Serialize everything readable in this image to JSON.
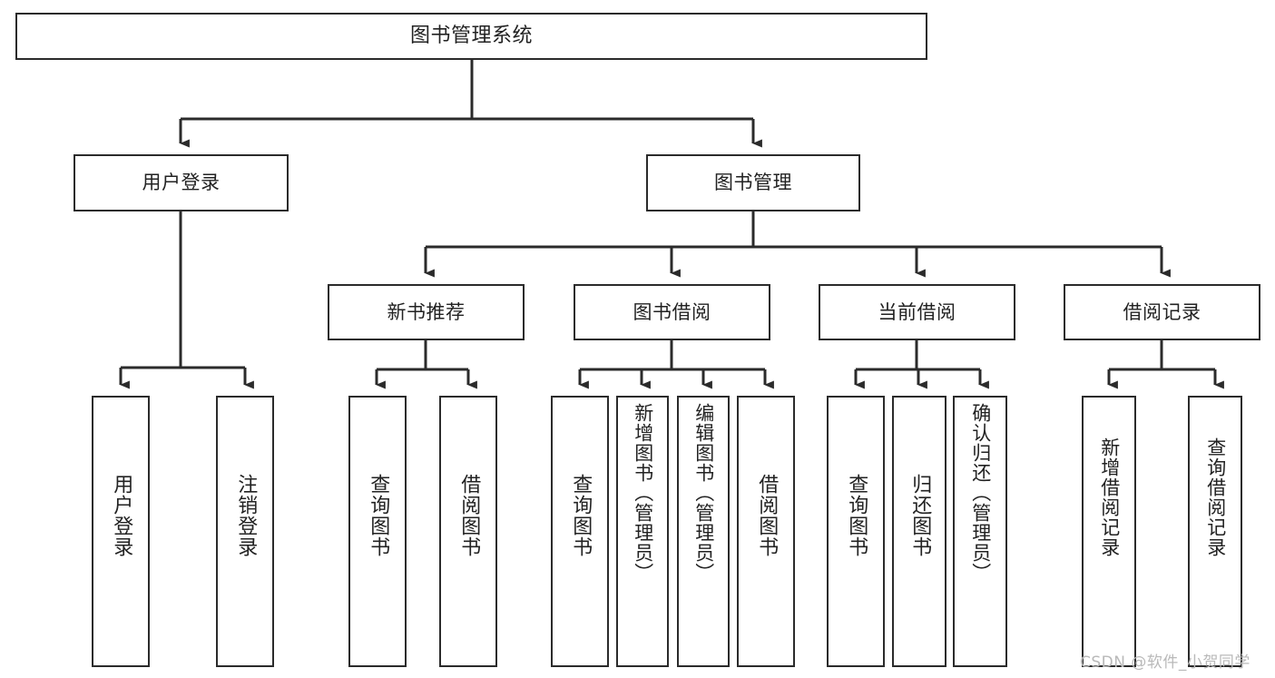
{
  "diagram": {
    "title": "图书管理系统",
    "type": "hierarchy-tree",
    "colors": {
      "box_border": "#2b2b2b",
      "box_fill": "#ffffff",
      "line": "#2b2b2b",
      "text": "#222222",
      "watermark": "#b9b9b9"
    },
    "levels": {
      "root": {
        "label": "图书管理系统"
      },
      "level2": [
        {
          "id": "user-login",
          "label": "用户登录"
        },
        {
          "id": "book-manage",
          "label": "图书管理"
        }
      ],
      "level3": [
        {
          "id": "new-book-recommend",
          "label": "新书推荐"
        },
        {
          "id": "book-borrow",
          "label": "图书借阅"
        },
        {
          "id": "current-borrow",
          "label": "当前借阅"
        },
        {
          "id": "borrow-record",
          "label": "借阅记录"
        }
      ],
      "leaves": {
        "user_login": [
          {
            "id": "leaf-user-login",
            "label": "用户登录"
          },
          {
            "id": "leaf-logout-login",
            "label": "注销登录"
          }
        ],
        "new_book_recommend": [
          {
            "id": "leaf-query-book-1",
            "label": "查询图书"
          },
          {
            "id": "leaf-borrow-book-1",
            "label": "借阅图书"
          }
        ],
        "book_borrow": [
          {
            "id": "leaf-query-book-2",
            "label": "查询图书"
          },
          {
            "id": "leaf-add-book",
            "label": "新增图书（管理员）"
          },
          {
            "id": "leaf-edit-book",
            "label": "编辑图书（管理员）"
          },
          {
            "id": "leaf-borrow-book-2",
            "label": "借阅图书"
          }
        ],
        "current_borrow": [
          {
            "id": "leaf-query-book-3",
            "label": "查询图书"
          },
          {
            "id": "leaf-return-book",
            "label": "归还图书"
          },
          {
            "id": "leaf-confirm-return",
            "label": "确认归还（管理员）"
          }
        ],
        "borrow_record": [
          {
            "id": "leaf-add-record",
            "label": "新增借阅记录"
          },
          {
            "id": "leaf-query-record",
            "label": "查询借阅记录"
          }
        ]
      }
    },
    "watermark": "CSDN @软件_小贺同学"
  }
}
